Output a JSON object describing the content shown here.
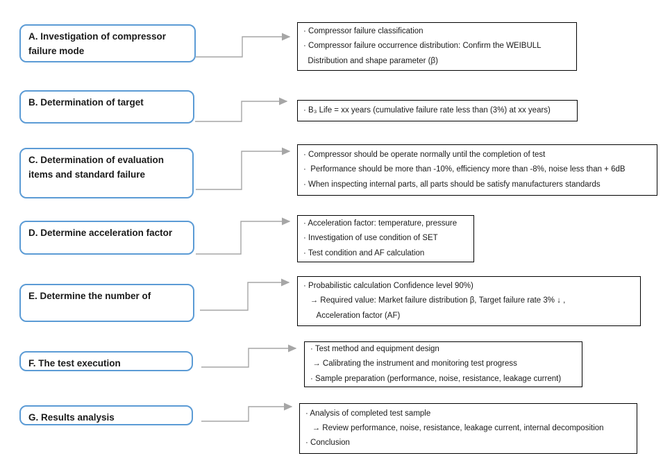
{
  "colors": {
    "step_border": "#5b9bd5",
    "detail_border": "#000000",
    "connector": "#a6a6a6",
    "text": "#1a1a1a",
    "background": "#ffffff"
  },
  "steps": [
    {
      "id": "A",
      "label": "A. Investigation of compressor failure mode",
      "details": [
        "· Compressor failure classification",
        "· Compressor failure occurrence distribution: Confirm the WEIBULL",
        "  Distribution and shape parameter (β)"
      ]
    },
    {
      "id": "B",
      "label": "B. Determination of target",
      "details": [
        "· B₃ Life = xx years (cumulative failure rate less than (3%) at xx years)"
      ]
    },
    {
      "id": "C",
      "label": "C. Determination of evaluation items and standard failure",
      "details": [
        "· Compressor should be operate normally until the completion of test",
        "·  Performance should be more than -10%, efficiency more than -8%, noise less than + 6dB",
        "· When inspecting internal parts, all parts should be satisfy manufacturers standards"
      ]
    },
    {
      "id": "D",
      "label": "D. Determine acceleration factor",
      "details": [
        "· Acceleration factor: temperature, pressure",
        "· Investigation of use condition of SET",
        "· Test condition and AF calculation"
      ]
    },
    {
      "id": "E",
      "label": "E. Determine the number of",
      "details": [
        "· Probabilistic calculation Confidence level 90%)",
        "   → Required value: Market failure distribution β, Target failure rate 3% ↓ ,",
        "      Acceleration factor (AF)"
      ]
    },
    {
      "id": "F",
      "label": "F. The test execution",
      "details": [
        "· Test method and equipment design",
        " → Calibrating the instrument and monitoring test progress",
        "· Sample preparation (performance, noise, resistance, leakage current)"
      ]
    },
    {
      "id": "G",
      "label": "G. Results analysis",
      "details": [
        "· Analysis of completed test sample",
        "   → Review performance, noise, resistance, leakage current, internal decomposition",
        "· Conclusion"
      ]
    }
  ]
}
